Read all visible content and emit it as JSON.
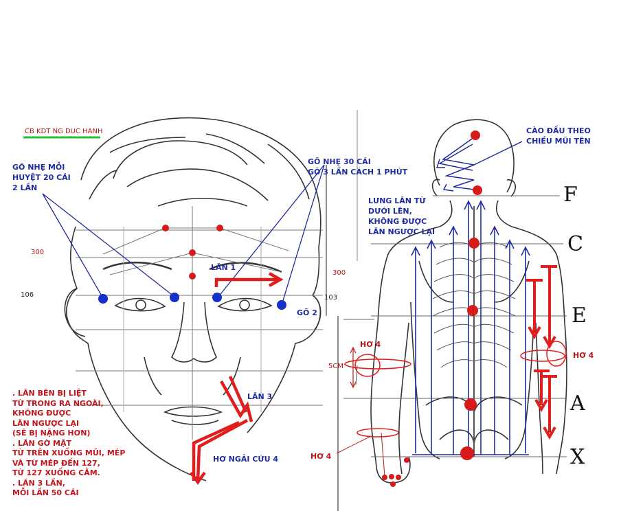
{
  "credit": "CB KDT  NG DUC HANH",
  "labels": {
    "tap_left": [
      "GÕ NHẸ MỖI",
      "HUYỆT 20 CÁI",
      "2 LẦN"
    ],
    "tap_right": [
      "GÕ NHẸ 30 CÁI",
      "GÕ 3 LẦN CÁCH 1 PHÚT"
    ],
    "roll1": "LĂN 1",
    "tap2": "GÕ 2",
    "roll3": "LĂN 3",
    "moxa4_face": "HƠ NGẢI CỨU 4",
    "instructions": [
      ". LĂN BÊN BỊ LIỆT",
      "TỪ TRONG RA NGOÀI,",
      "KHÔNG ĐƯỢC",
      "LĂN NGƯỢC LẠI",
      "(SẼ BỊ NẶNG HƠN)",
      ". LĂN GỜ MẶT",
      "TỪ TRÊN XUỐNG MŨI, MÉP",
      "VÀ TỪ MÉP ĐẾN 127,",
      "TỪ 127 XUỐNG CẰM.",
      ". LĂN 3 LẦN,",
      "MỖI LẦN 50 CÁI"
    ],
    "head_scrape": [
      "CÀO ĐẦU THEO",
      "CHIỀU MŨI TÊN"
    ],
    "back_roll": [
      "LƯNG LĂN TỪ",
      "DƯỚI LÊN,",
      "KHÔNG ĐƯỢC",
      "LĂN NGƯỢC LẠI"
    ],
    "ho4_arm_left": "HƠ 4",
    "ho4_arm_right": "HƠ 4",
    "ho4_hand": "HƠ 4",
    "cm5": "5CM"
  },
  "numbers": {
    "n300_left": "300",
    "n300_right": "300",
    "n106": "106",
    "n103": "103"
  },
  "side_letters": [
    "F",
    "C",
    "E",
    "A",
    "X"
  ]
}
